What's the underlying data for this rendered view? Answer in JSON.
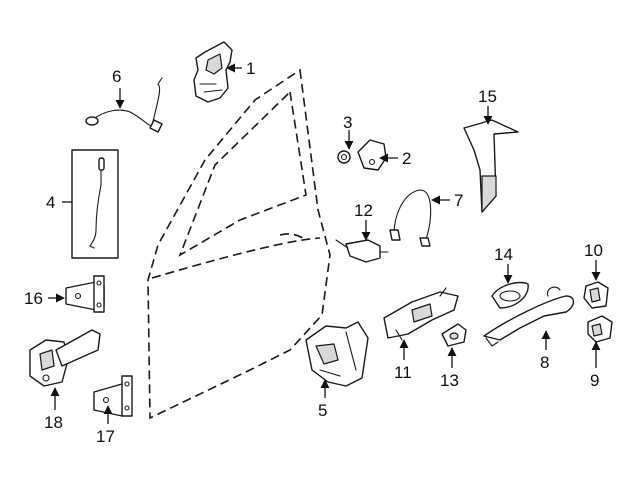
{
  "diagram": {
    "callouts": [
      {
        "id": "1",
        "text": "1"
      },
      {
        "id": "2",
        "text": "2"
      },
      {
        "id": "3",
        "text": "3"
      },
      {
        "id": "4",
        "text": "4"
      },
      {
        "id": "5",
        "text": "5"
      },
      {
        "id": "6",
        "text": "6"
      },
      {
        "id": "7",
        "text": "7"
      },
      {
        "id": "8",
        "text": "8"
      },
      {
        "id": "9",
        "text": "9"
      },
      {
        "id": "10",
        "text": "10"
      },
      {
        "id": "11",
        "text": "11"
      },
      {
        "id": "12",
        "text": "12"
      },
      {
        "id": "13",
        "text": "13"
      },
      {
        "id": "14",
        "text": "14"
      },
      {
        "id": "15",
        "text": "15"
      },
      {
        "id": "16",
        "text": "16"
      },
      {
        "id": "17",
        "text": "17"
      },
      {
        "id": "18",
        "text": "18"
      }
    ],
    "colors": {
      "line": "#1a1a1a",
      "shade": "#d9d9d9",
      "background": "#ffffff"
    }
  }
}
